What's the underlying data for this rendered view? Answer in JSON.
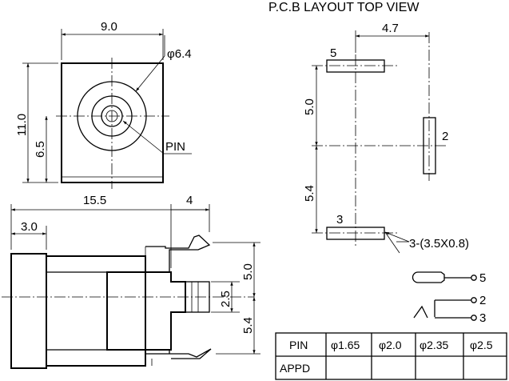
{
  "title": "P.C.B LAYOUT  TOP VIEW",
  "front_view": {
    "width": "9.0",
    "height": "11.0",
    "center_height": "6.5",
    "hole_diameter": "φ6.4",
    "pin_label": "PIN"
  },
  "side_view": {
    "length": "15.5",
    "pin_length": "4",
    "flange": "3.0",
    "pin_spacing_upper": "5.0",
    "pin_offset": "2.5",
    "pin_spacing_lower": "5.4"
  },
  "pcb_layout": {
    "pad_offset": "4.7",
    "pad_spacing_upper": "5.0",
    "pad_spacing_lower": "5.4",
    "pad_labels": [
      "5",
      "2",
      "3"
    ],
    "pad_spec": "3-(3.5X0.8)"
  },
  "schematic": {
    "pins": [
      "5",
      "2",
      "3"
    ]
  },
  "table": {
    "headers": [
      "PIN",
      "φ1.65",
      "φ2.0",
      "φ2.35",
      "φ2.5"
    ],
    "rows": [
      [
        "APPD",
        "",
        "",
        "",
        ""
      ]
    ]
  }
}
